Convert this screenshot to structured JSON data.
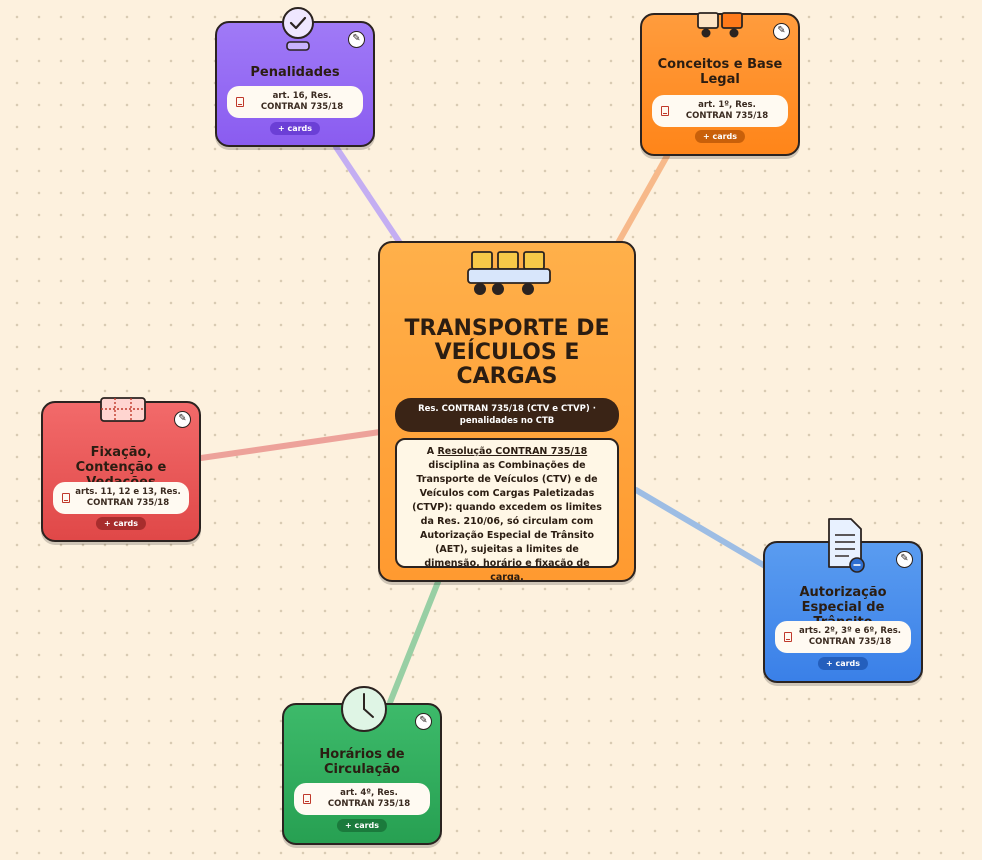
{
  "central": {
    "title": "TRANSPORTE DE VEÍCULOS E CARGAS",
    "subtitle": "Res. CONTRAN 735/18 (CTV e CTVP) · penalidades no CTB",
    "description_prefix": "A ",
    "description_link": "Resolução CONTRAN 735/18",
    "description_rest": " disciplina as Combinações de Transporte de Veículos (CTV) e de Veículos com Cargas Paletizadas (CTVP): quando excedem os limites da Res. 210/06, só circulam com Autorização Especial de Trânsito (AET), sujeitas a limites de dimensão, horário e fixação de carga.",
    "icon": "truck-with-cargo-icon"
  },
  "nodes": {
    "penalidades": {
      "title": "Penalidades",
      "ref": "art. 16, Res. CONTRAN 735/18",
      "cards": "+ cards",
      "icon": "check-badge-icon",
      "color": "#8a5cf0",
      "link_color": "#c4aef2"
    },
    "conceitos": {
      "title": "Conceitos e Base Legal",
      "ref": "art. 1º, Res. CONTRAN 735/18",
      "cards": "+ cards",
      "icon": "truck-icon",
      "color": "#ff8519",
      "link_color": "#f7b98a"
    },
    "fixacao": {
      "title": "Fixação, Contenção e Vedações",
      "ref": "arts. 11, 12 e 13, Res. CONTRAN 735/18",
      "cards": "+ cards",
      "icon": "pallet-grid-icon",
      "color": "#e04848",
      "link_color": "#eda29a"
    },
    "aet": {
      "title": "Autorização Especial de Trânsito",
      "ref": "arts. 2º, 3º e 6º, Res. CONTRAN 735/18",
      "cards": "+ cards",
      "icon": "document-icon",
      "color": "#3a80e8",
      "link_color": "#9dbde4"
    },
    "horarios": {
      "title": "Horários de Circulação",
      "ref": "art. 4º, Res. CONTRAN 735/18",
      "cards": "+ cards",
      "icon": "clock-icon",
      "color": "#27a052",
      "link_color": "#98cfa4"
    }
  },
  "edit_icon": "pencil-icon",
  "ref_icon": "book-icon"
}
